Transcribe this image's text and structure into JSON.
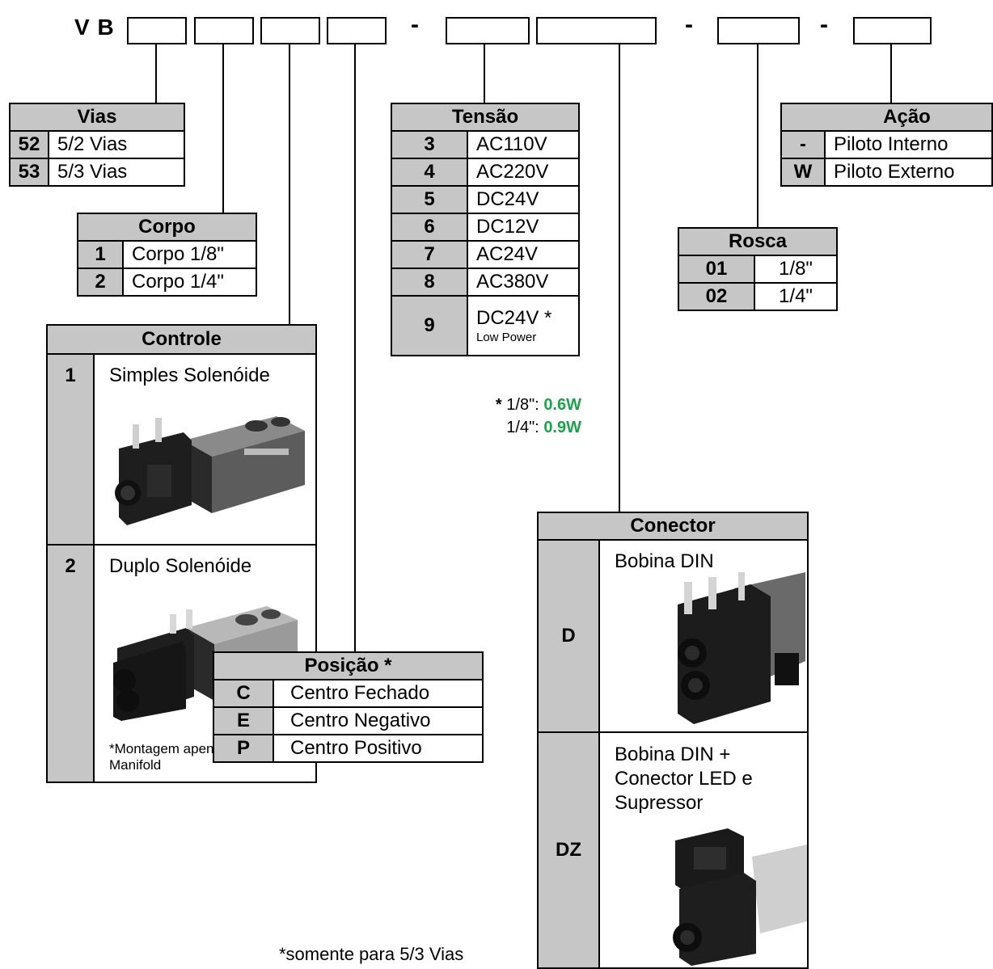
{
  "prefix": "V B",
  "separators": [
    "-",
    "-",
    "-"
  ],
  "vias": {
    "title": "Vias",
    "rows": [
      {
        "code": "52",
        "label": "5/2 Vias"
      },
      {
        "code": "53",
        "label": "5/3 Vias"
      }
    ]
  },
  "corpo": {
    "title": "Corpo",
    "rows": [
      {
        "code": "1",
        "label": "Corpo 1/8\""
      },
      {
        "code": "2",
        "label": "Corpo 1/4\""
      }
    ]
  },
  "controle": {
    "title": "Controle",
    "rows": [
      {
        "code": "1",
        "label": "Simples Solenóide",
        "image": "single-solenoid-valve-photo"
      },
      {
        "code": "2",
        "label": "Duplo Solenóide",
        "image": "double-solenoid-valve-photo",
        "note": "*Montagem apenas em Bloco Manifold"
      }
    ]
  },
  "posicao": {
    "title": "Posição *",
    "rows": [
      {
        "code": "C",
        "label": "Centro Fechado"
      },
      {
        "code": "E",
        "label": "Centro Negativo"
      },
      {
        "code": "P",
        "label": "Centro Positivo"
      }
    ],
    "footnote": "*somente para 5/3 Vias"
  },
  "tensao": {
    "title": "Tensão",
    "rows": [
      {
        "code": "3",
        "label": "AC110V"
      },
      {
        "code": "4",
        "label": "AC220V"
      },
      {
        "code": "5",
        "label": "DC24V"
      },
      {
        "code": "6",
        "label": "DC12V"
      },
      {
        "code": "7",
        "label": "AC24V"
      },
      {
        "code": "8",
        "label": "AC380V"
      },
      {
        "code": "9",
        "label": "DC24V *",
        "sub": "Low Power"
      }
    ],
    "footnote": {
      "star": "*",
      "l1_label": "1/8\":",
      "l1_value": "0.6W",
      "l2_label": "1/4\":",
      "l2_value": "0.9W",
      "value_color": "#1aa34a"
    }
  },
  "conector": {
    "title": "Conector",
    "rows": [
      {
        "code": "D",
        "label": "Bobina DIN",
        "image": "din-coil-photo"
      },
      {
        "code": "DZ",
        "label": "Bobina DIN + Conector LED e Supressor",
        "image": "din-coil-led-connector-photo"
      }
    ]
  },
  "rosca": {
    "title": "Rosca",
    "rows": [
      {
        "code": "01",
        "label": "1/8\""
      },
      {
        "code": "02",
        "label": "1/4\""
      }
    ]
  },
  "acao": {
    "title": "Ação",
    "rows": [
      {
        "code": "-",
        "label": "Piloto Interno"
      },
      {
        "code": "W",
        "label": "Piloto Externo"
      }
    ]
  },
  "colors": {
    "header_bg": "#c6c6c6",
    "border": "#000000",
    "accent_green": "#1aa34a"
  }
}
